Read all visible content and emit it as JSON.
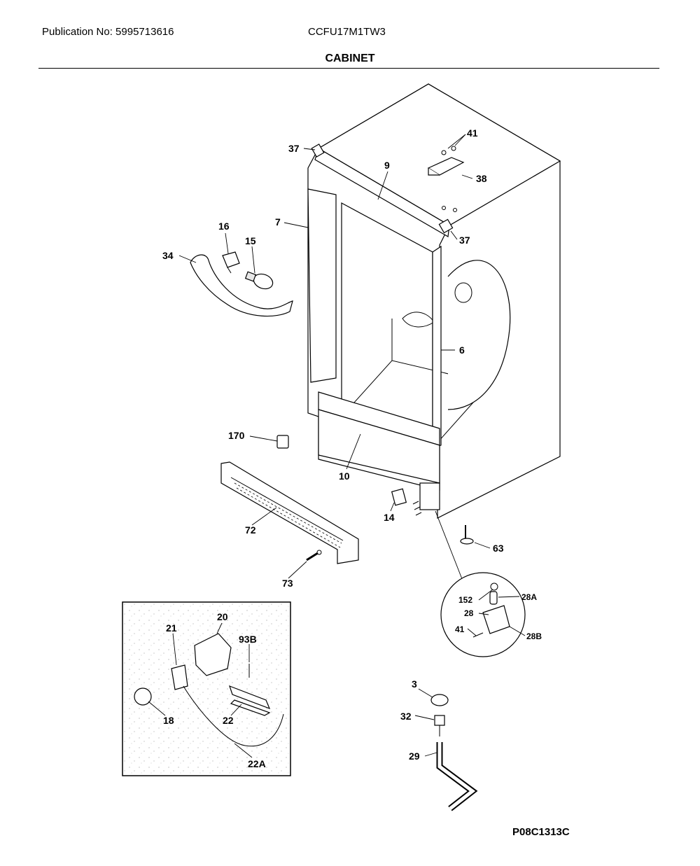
{
  "header": {
    "publication": "Publication No: 5995713616",
    "model": "CCFU17M1TW3",
    "title": "CABINET"
  },
  "footer": {
    "drawing_code": "P08C1313C"
  },
  "callouts": {
    "c37a": "37",
    "c9": "9",
    "c41": "41",
    "c38": "38",
    "c7": "7",
    "c16": "16",
    "c15": "15",
    "c34": "34",
    "c37b": "37",
    "c6": "6",
    "c170": "170",
    "c10": "10",
    "c72": "72",
    "c14": "14",
    "c63": "63",
    "c73": "73",
    "c20": "20",
    "c21": "21",
    "c93b": "93B",
    "c18": "18",
    "c22": "22",
    "c22a": "22A",
    "c152": "152",
    "c28a": "28A",
    "c28": "28",
    "c41b": "41",
    "c28b": "28B",
    "c3": "3",
    "c32": "32",
    "c29": "29"
  }
}
